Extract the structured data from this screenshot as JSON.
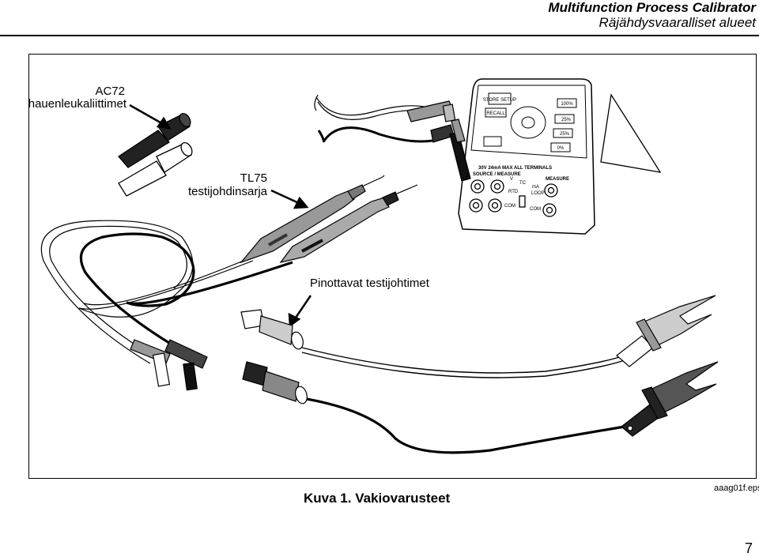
{
  "header": {
    "title": "Multifunction Process Calibrator",
    "subtitle": "Räjähdysvaaralliset alueet"
  },
  "figure": {
    "labels": {
      "ac72_line1": "AC72",
      "ac72_line2": "hauenleukaliittimet",
      "tl75_line1": "TL75",
      "tl75_line2": "testijohdinsarja",
      "stackable": "Pinottavat testijohtimet"
    },
    "device": {
      "store_setup": "STORE SETUP",
      "recall": "RECALL",
      "pct100": "100%",
      "pct25up": "25%",
      "pct25down": "25%",
      "pct0": "0%",
      "max_rating": "30V 24mA MAX ALL TERMINALS",
      "source_measure": "SOURCE / MEASURE",
      "measure": "MEASURE",
      "tc": "TC",
      "v": "V",
      "ma": "mA",
      "rtd": "RTD",
      "loop": "LOOP",
      "com1": "COM",
      "com2": "COM"
    },
    "caption": "Kuva 1. Vakiovarusteet",
    "file_ref": "aaag01f.eps"
  },
  "page_number": "7"
}
